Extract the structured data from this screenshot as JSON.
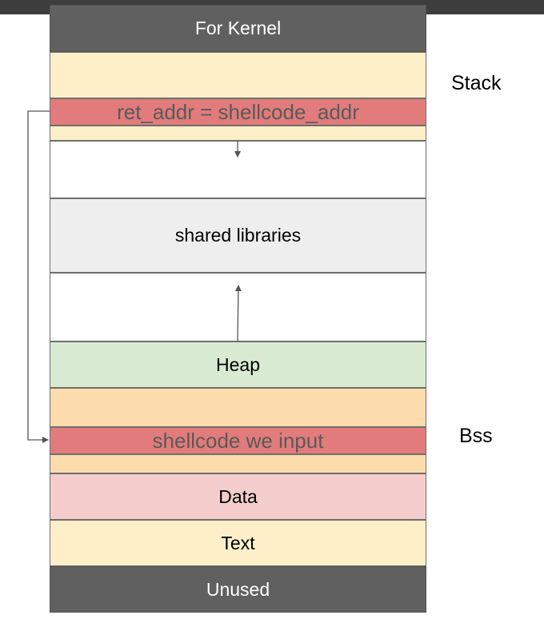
{
  "colors": {
    "kernel": "#606060",
    "stack": "#fdf0c8",
    "highlight": "#e27b7b",
    "gap": "#ffffff",
    "shared": "#eeeeee",
    "heap": "#d9ead3",
    "bss": "#fcdcad",
    "data": "#f4cccc",
    "text": "#fdf0c8",
    "unused": "#606060",
    "arrow": "#555555"
  },
  "diagram": {
    "kernel_label": "For Kernel",
    "ret_addr_label": "ret_addr = shellcode_addr",
    "shared_libs_label": "shared libraries",
    "heap_label": "Heap",
    "shellcode_label": "shellcode we input",
    "data_label": "Data",
    "text_label": "Text",
    "unused_label": "Unused",
    "stack_side_label": "Stack",
    "bss_side_label": "Bss"
  }
}
